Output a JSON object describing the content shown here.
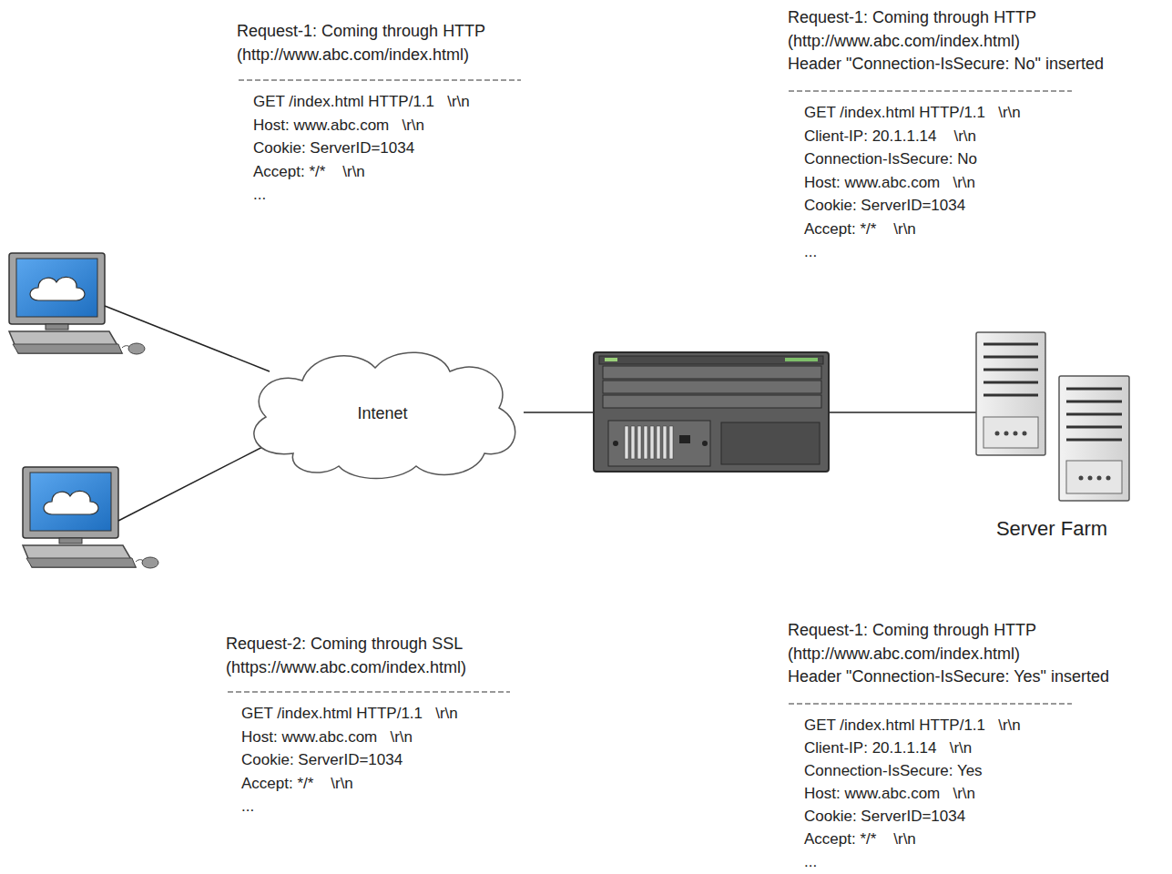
{
  "diagram": {
    "nodes": [
      {
        "text": [
          "Intenet"
        ]
      },
      {
        "text": [
          "Server Farm"
        ]
      }
    ],
    "labels": [
      "Request-1: Coming through HTTP",
      "(http://www.abc.com/index.html)",
      "GET /index.html HTTP/1.1   \\r\\n",
      "Host: www.abc.com   \\r\\n",
      "Cookie: ServerID=1034",
      "Accept: */*    \\r\\n",
      "...",
      "Request-1: Coming through HTTP",
      "(http://www.abc.com/index.html)",
      "Header \"Connection-IsSecure: No\" inserted",
      "GET /index.html HTTP/1.1   \\r\\n",
      "Client-IP: 20.1.1.14    \\r\\n",
      "Connection-IsSecure: No",
      "Host: www.abc.com   \\r\\n",
      "Cookie: ServerID=1034",
      "Accept: */*    \\r\\n",
      "...",
      "Request-2: Coming through SSL",
      "(https://www.abc.com/index.html)",
      "GET /index.html HTTP/1.1   \\r\\n",
      "Host: www.abc.com   \\r\\n",
      "Cookie: ServerID=1034",
      "Accept: */*    \\r\\n",
      "...",
      "Request-1: Coming through HTTP",
      "(http://www.abc.com/index.html)",
      "Header \"Connection-IsSecure: Yes\" inserted",
      "GET /index.html HTTP/1.1   \\r\\n",
      "Client-IP: 20.1.1.14   \\r\\n",
      "Connection-IsSecure: Yes",
      "Host: www.abc.com   \\r\\n",
      "Cookie: ServerID=1034",
      "Accept: */*    \\r\\n",
      "..."
    ]
  }
}
